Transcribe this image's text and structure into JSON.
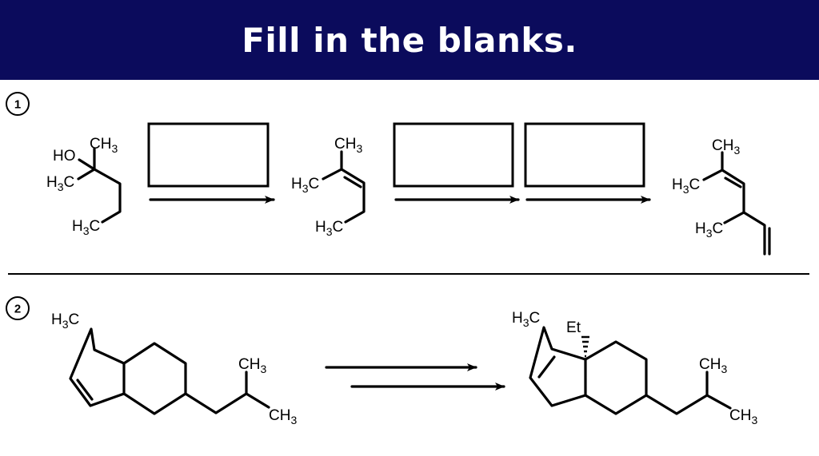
{
  "header": {
    "title": "Fill in the blanks."
  },
  "problems": [
    {
      "number": "1",
      "starting_material": {
        "labels": [
          "CH3",
          "HO",
          "H3C",
          "H3C"
        ]
      },
      "intermediate": {
        "labels": [
          "CH3",
          "H3C",
          "H3C"
        ]
      },
      "product": {
        "labels": [
          "CH3",
          "H3C",
          "H3C"
        ]
      },
      "blank_boxes": 3
    },
    {
      "number": "2",
      "starting_material": {
        "labels": [
          "H3C",
          "CH3",
          "CH3"
        ]
      },
      "product": {
        "labels": [
          "H3C",
          "Et",
          "CH3",
          "CH3"
        ]
      }
    }
  ],
  "colors": {
    "header_bg": "#0b0b5c",
    "header_text": "#ffffff"
  }
}
